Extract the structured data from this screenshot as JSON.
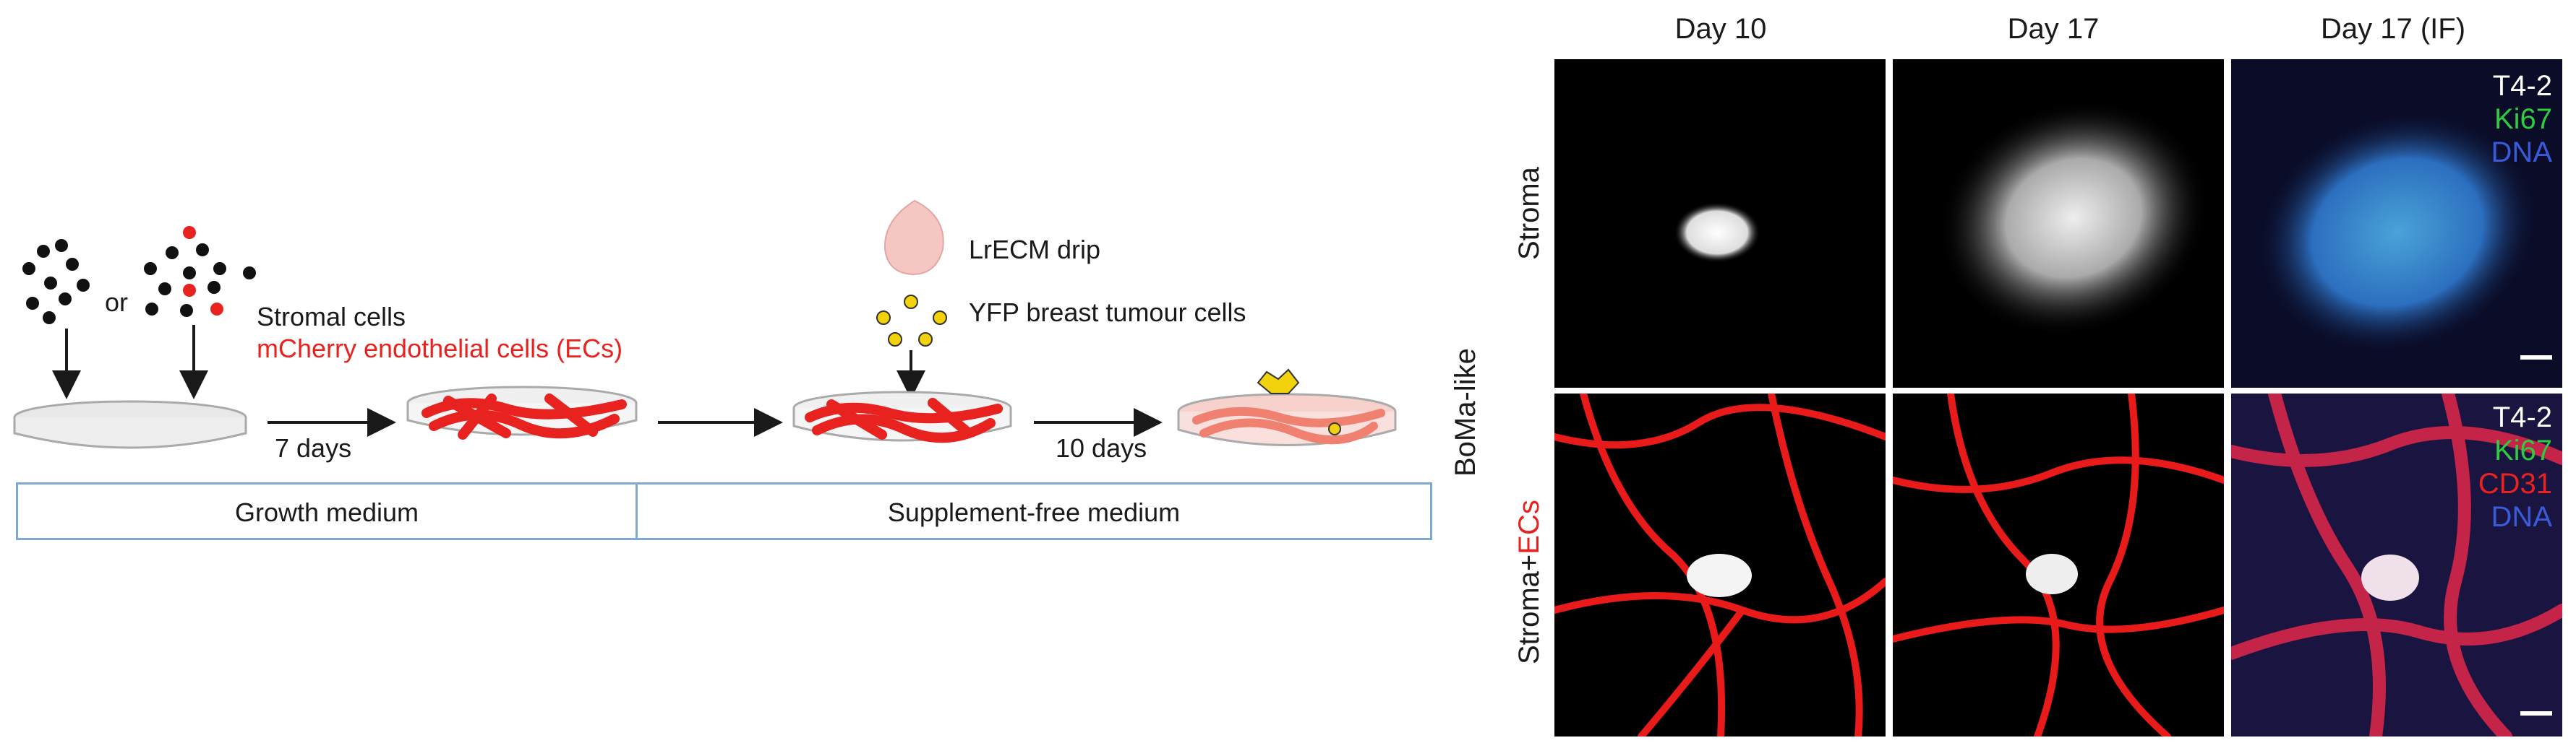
{
  "workflow": {
    "or_label": "or",
    "stromal_label": "Stromal cells",
    "ec_label": "mCherry endothelial cells (ECs)",
    "days1_label": "7 days",
    "lrecm_label": "LrECM drip",
    "yfp_label": "YFP breast tumour cells",
    "days2_label": "10 days",
    "growth_medium_label": "Growth medium",
    "supplement_free_label": "Supplement-free medium"
  },
  "grid": {
    "col_headers": [
      "Day 10",
      "Day 17",
      "Day 17 (IF)"
    ],
    "group_label": "BoMa-like",
    "row_stroma_label": "Stroma",
    "row_ecs_prefix": "Stroma+",
    "row_ecs_suffix": "ECs",
    "stroma_if_labels": [
      {
        "text": "T4-2",
        "color": "#ffffff"
      },
      {
        "text": "Ki67",
        "color": "#2ecc40"
      },
      {
        "text": "DNA",
        "color": "#3a5bd9"
      }
    ],
    "ecs_if_labels": [
      {
        "text": "T4-2",
        "color": "#ffffff"
      },
      {
        "text": "Ki67",
        "color": "#2ecc40"
      },
      {
        "text": "CD31",
        "color": "#e8231f"
      },
      {
        "text": "DNA",
        "color": "#3a5bd9"
      }
    ]
  },
  "colors": {
    "ec_red": "#e8231f",
    "box_border": "#7fa9d2",
    "tumour_yellow": "#f2d20c",
    "drip_pink": "#f6c6c3"
  }
}
